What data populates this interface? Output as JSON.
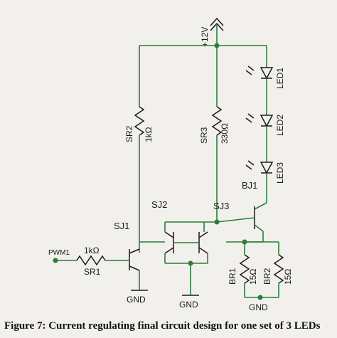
{
  "supply": "+12V",
  "resistors": {
    "sr2": {
      "ref": "SR2",
      "value": "1kΩ"
    },
    "sr3": {
      "ref": "SR3",
      "value": "330Ω"
    },
    "sr1": {
      "ref": "SR1",
      "value": "1kΩ"
    },
    "br1": {
      "ref": "BR1",
      "value": "15Ω"
    },
    "br2": {
      "ref": "BR2",
      "value": "15Ω"
    }
  },
  "leds": [
    "LED1",
    "LED2",
    "LED3"
  ],
  "transistors": {
    "sj1": "SJ1",
    "sj2": "SJ2",
    "sj3": "SJ3",
    "bj1": "BJ1"
  },
  "input": "PWM1",
  "ground": "GND",
  "caption": "Figure 7: Current regulating final circuit design for one set of 3 LEDs",
  "colors": {
    "wire": "#2e7d3a",
    "component": "#1b1b1b",
    "led_light": "#d44"
  }
}
